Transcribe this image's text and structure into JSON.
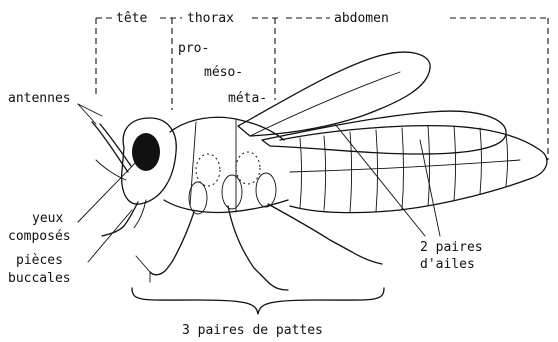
{
  "regions": {
    "head": "tête",
    "thorax": "thorax",
    "abdomen": "abdomen"
  },
  "thorax_segments": {
    "pro": "pro-",
    "meso": "méso-",
    "meta": "méta-"
  },
  "labels": {
    "antennae": "antennes",
    "compound_eyes_line1": "yeux",
    "compound_eyes_line2": "composés",
    "mouthparts_line1": "pièces",
    "mouthparts_line2": "buccales",
    "wings_line1": "2 paires",
    "wings_line2": "d'ailes",
    "legs": "3 paires de pattes"
  }
}
